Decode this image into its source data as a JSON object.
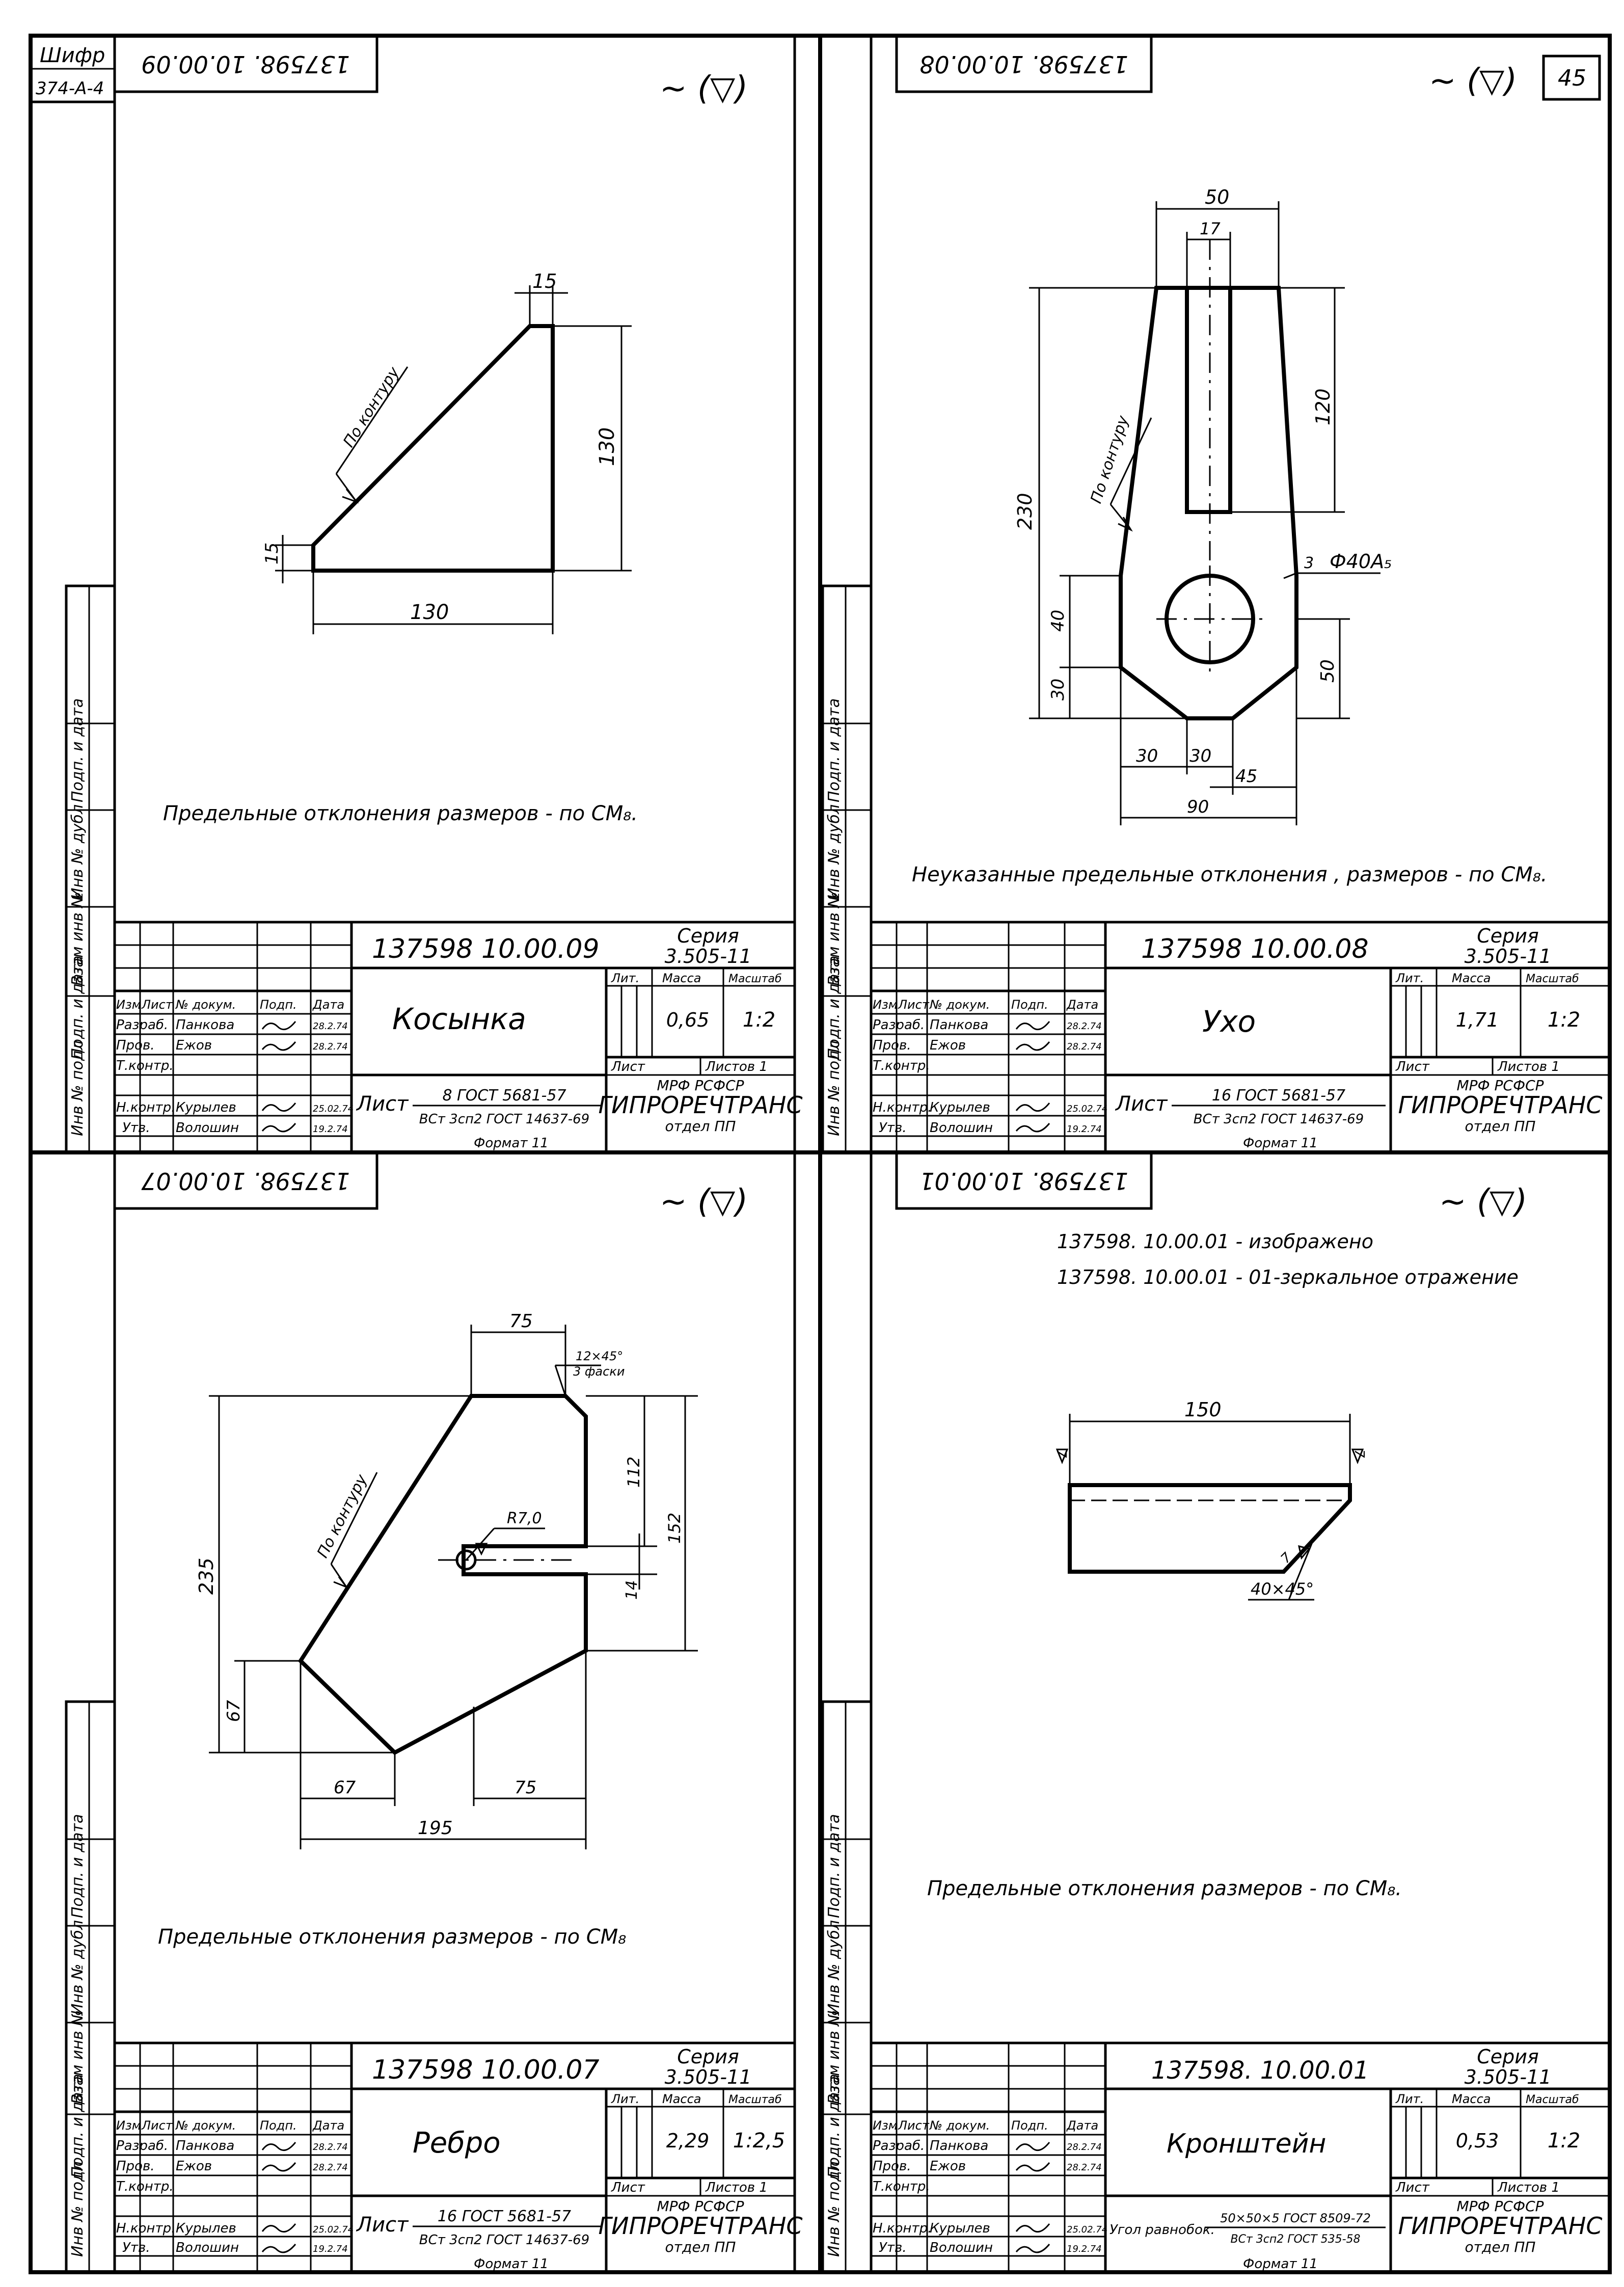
{
  "corner": {
    "cipher_label": "Шифр",
    "cipher_value": "374-А-4",
    "page_number": "45"
  },
  "side_labels": [
    "Инв № подл",
    "Подп. и дата",
    "Взам инв №",
    "Инв № дубл",
    "Подп. и дата"
  ],
  "roughness_mark": "∼ (▽)",
  "panels": [
    {
      "stamp_code": "137598. 10.00.09",
      "notes": [
        "Предельные отклонения размеров - по СМ₈."
      ],
      "dims": {
        "d15_top": "15",
        "d130_h": "130",
        "d15_left": "15",
        "d130_w": "130",
        "leader": "По контуру"
      },
      "title": {
        "designation": "137598 10.00.09",
        "series_label": "Серия",
        "series": "3.505-11",
        "name": "Косынка",
        "mass": "0,65",
        "scale": "1:2",
        "material_prefix": "Лист",
        "material_top": "8 ГОСТ 5681-57",
        "material_bottom": "ВСт 3сп2 ГОСТ 14637-69",
        "format": "Формат 11"
      }
    },
    {
      "stamp_code": "137598. 10.00.08",
      "notes": [
        "Неуказанные предельные отклонения , размеров - по СМ₈."
      ],
      "dims": {
        "d50": "50",
        "d17": "17",
        "d120": "120",
        "d230": "230",
        "d40": "40",
        "d30v": "30",
        "d50v": "50",
        "d30a": "30",
        "d30b": "30",
        "d45": "45",
        "d90": "90",
        "hole": "Ф40А₅",
        "weld": "3",
        "leader": "По контуру"
      },
      "title": {
        "designation": "137598 10.00.08",
        "series_label": "Серия",
        "series": "3.505-11",
        "name": "Ухо",
        "mass": "1,71",
        "scale": "1:2",
        "material_prefix": "Лист",
        "material_top": "16 ГОСТ 5681-57",
        "material_bottom": "ВСт 3сп2 ГОСТ 14637-69",
        "format": "Формат 11"
      }
    },
    {
      "stamp_code": "137598. 10.00.07",
      "notes": [
        "Предельные отклонения размеров - по СМ₈"
      ],
      "dims": {
        "d75t": "75",
        "chamfer": "12×45°",
        "chamfer_note": "3 фаски",
        "d112": "112",
        "d152": "152",
        "d235": "235",
        "r70": "R7,0",
        "d14": "14",
        "d67v": "67",
        "d67h": "67",
        "d75b": "75",
        "d195": "195",
        "leader": "По контуру"
      },
      "title": {
        "designation": "137598 10.00.07",
        "series_label": "Серия",
        "series": "3.505-11",
        "name": "Ребро",
        "mass": "2,29",
        "scale": "1:2,5",
        "material_prefix": "Лист",
        "material_top": "16 ГОСТ 5681-57",
        "material_bottom": "ВСт 3сп2 ГОСТ 14637-69",
        "format": "Формат 11"
      }
    },
    {
      "stamp_code": "137598. 10.00.01",
      "notes": [
        "Предельные отклонения размеров - по СМ₈."
      ],
      "header_lines": [
        "137598. 10.00.01 - изображено",
        "137598. 10.00.01 - 01-зеркальное отражение"
      ],
      "dims": {
        "d150": "150",
        "chamfer": "40×45°",
        "weld_a": "7",
        "weld_b": "7",
        "weld_c": "7"
      },
      "title": {
        "designation": "137598. 10.00.01",
        "series_label": "Серия",
        "series": "3.505-11",
        "name": "Кронштейн",
        "mass": "0,53",
        "scale": "1:2",
        "material_prefix": "Угол равнобок.",
        "material_top": "50×50×5 ГОСТ 8509-72",
        "material_bottom": "ВСт 3сп2 ГОСТ 535-58",
        "format": "Формат 11"
      }
    }
  ],
  "common": {
    "col_headers": [
      "Изм",
      "Лист",
      "№ докум.",
      "Подп.",
      "Дата"
    ],
    "role_labels": [
      "Разраб.",
      "Пров.",
      "Т.контр.",
      "",
      "Н.контр.",
      "Утв."
    ],
    "names": [
      "Панкова",
      "Ежов",
      "",
      "",
      "Курылев",
      "Волошин"
    ],
    "dates": [
      "28.2.74",
      "28.2.74",
      "",
      "",
      "25.02.74",
      "19.2.74"
    ],
    "lit_label": "Лит.",
    "mass_label": "Масса",
    "scale_label": "Масштаб",
    "sheet_label": "Лист",
    "sheets_label": "Листов 1",
    "org_top": "МРФ РСФСР",
    "org_name": "ГИПРОРЕЧТРАНС",
    "org_dept": "отдел ПП"
  }
}
